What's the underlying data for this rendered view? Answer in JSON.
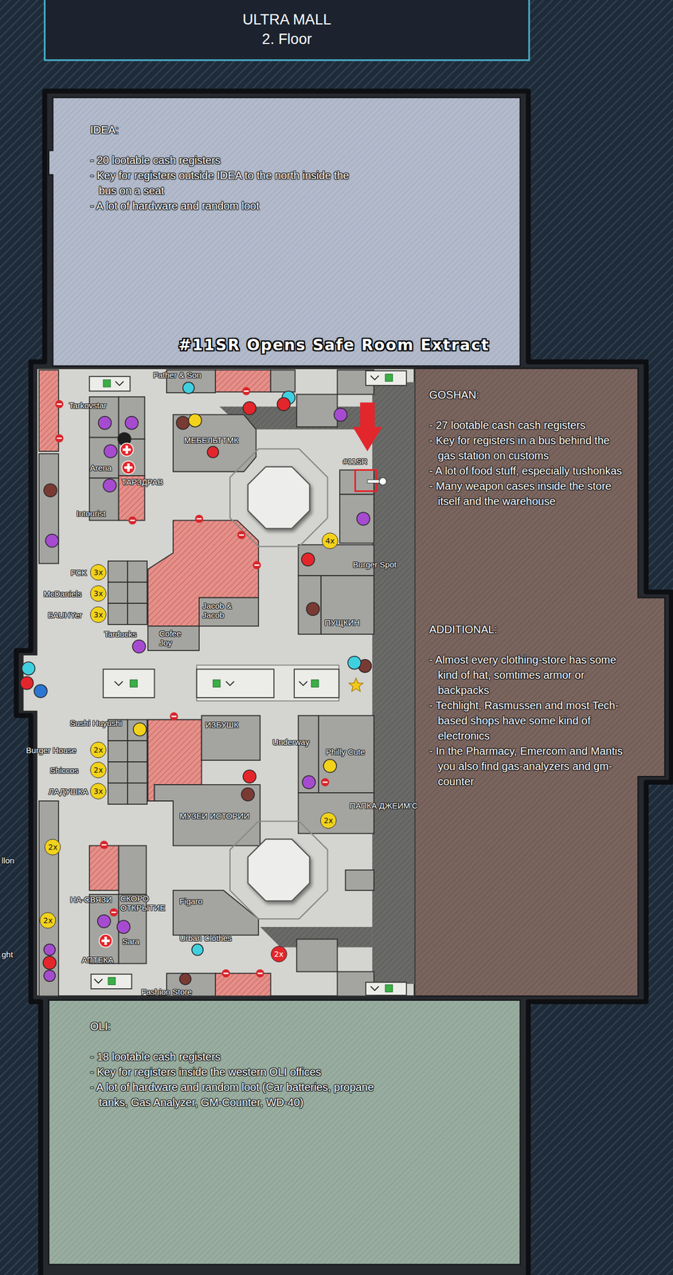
{
  "diagram": {
    "title": "ULTRA MALL 2. Floor",
    "nodes": [
      {
        "text": [
          "IDEA:",
          "- 20 lootable cash registers",
          "- Key for registers outside IDEA to the north inside the bus on a seat",
          "- A lot of hardware and random loot"
        ]
      },
      {
        "text": [
          "GOSHAN:",
          "- 27 lootable cash cash registers",
          "- Key for registers in a bus behind the gas station on customs",
          "- A lot of food stuff, especially tushonkas",
          "- Many weapon cases inside the store itself and the warehouse",
          "ADDITIONAL:",
          "- Almost every clothing-store has some kind of hat, somtimes armor or backpacks",
          "- Techlight, Rasmussen and most Tech-based shops have some kind of electronics",
          "- In the Pharmacy, Emercom and Mantis you also find gas-analyzers and gm-counter"
        ]
      },
      {
        "text": [
          "4x"
        ]
      },
      {
        "text": [
          "3x"
        ]
      },
      {
        "text": [
          "3x"
        ]
      },
      {
        "text": [
          "3x"
        ]
      },
      {
        "text": [
          "2x"
        ]
      },
      {
        "text": [
          "2x"
        ]
      },
      {
        "text": [
          "3x"
        ]
      },
      {
        "text": [
          "2x"
        ]
      },
      {
        "text": [
          "2x"
        ]
      },
      {
        "text": [
          "2x"
        ]
      },
      {
        "text": [
          "2x"
        ]
      },
      {
        "text": [
          "OLI:",
          "- 18 lootable cash registers",
          "- Key for registers inside the western OLI offices",
          "- A lot of hardware and random loot (Car batteries, propane tanks, Gas Analyzer, GM-Counter, WD-40)"
        ]
      }
    ],
    "labels": [
      "#11SR Opens Safe Room Extract",
      "Father & Son",
      "Tarkovstar",
      "МЕБЕЛЬТТМК",
      "#11SR",
      "Arena",
      "ТАРЗДРАВ",
      "Intourist",
      "Burger Spot",
      "FCK",
      "McDaniels",
      "Jacob & Jacob",
      "БАUHYer",
      "ПУЩКИН",
      "Tarducks",
      "Cofee Joy",
      "Sushi Huyushi",
      "ИЗБУШК",
      "Underway",
      "Burger House",
      "Philly Cute",
      "Shiccos",
      "ЛАДУШКА",
      "ПАПКА ДЖЕИМ'С",
      "МУЗЕИ ИСТОРИИ",
      "llon",
      "НА-СВЯЗИ",
      "СКОРО ОТКРЫТИЕ",
      "Figaro",
      "Sara",
      "Urban Clothes",
      "ght",
      "АПТЕКА",
      "Fashion Store"
    ]
  }
}
